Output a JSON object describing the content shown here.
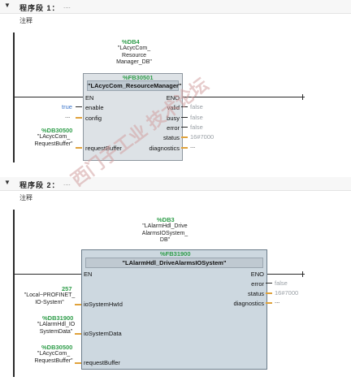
{
  "segment1": {
    "title": "程序段 1：",
    "dots": "....",
    "comment": "注释",
    "instance_db": "%DB4",
    "instance_name": [
      "\"LAcycCom_",
      "Resource",
      "Manager_DB\""
    ],
    "block_num": "%FB30501",
    "block_name": "\"LAcycCom_ResourceManager\"",
    "pin_en": "EN",
    "pin_eno": "ENO",
    "inputs": {
      "enable": "enable",
      "config": "config",
      "requestBuffer": "requestBuffer"
    },
    "outputs": {
      "valid": "valid",
      "busy": "busy",
      "error": "error",
      "status": "status",
      "diagnostics": "diagnostics"
    },
    "enable_val": "true",
    "config_val": "...",
    "rb_db": "%DB30500",
    "rb_name": [
      "\"LAcycCom_",
      "RequestBuffer\""
    ],
    "out_vals": {
      "valid": "false",
      "busy": "false",
      "error": "false",
      "status": "16#7000",
      "diagnostics": "..."
    }
  },
  "segment2": {
    "title": "程序段 2：",
    "dots": "....",
    "comment": "注释",
    "instance_db": "%DB3",
    "instance_name": [
      "\"LAlarmHdl_Drive",
      "AlarmsIOSystem_",
      "DB\""
    ],
    "block_num": "%FB31900",
    "block_name": "\"LAlarmHdl_DriveAlarmsIOSystem\"",
    "pin_en": "EN",
    "pin_eno": "ENO",
    "inputs": {
      "ioSystemHwId": "ioSystemHwId",
      "ioSystemData": "ioSystemData",
      "requestBuffer": "requestBuffer"
    },
    "outputs": {
      "error": "error",
      "status": "status",
      "diagnostics": "diagnostics"
    },
    "hwid_val": "257",
    "hwid_name": [
      "\"Local~PROFINET_",
      "IO-System\""
    ],
    "iod_db": "%DB31900",
    "iod_name": [
      "\"LAlarmHdl_IO",
      "SystemData\""
    ],
    "rb_db": "%DB30500",
    "rb_name": [
      "\"LAcycCom_",
      "RequestBuffer\""
    ],
    "out_vals": {
      "eno": "false",
      "status": "16#7000",
      "diagnostics": "..."
    }
  },
  "watermark": "西门子工业 技术论坛"
}
